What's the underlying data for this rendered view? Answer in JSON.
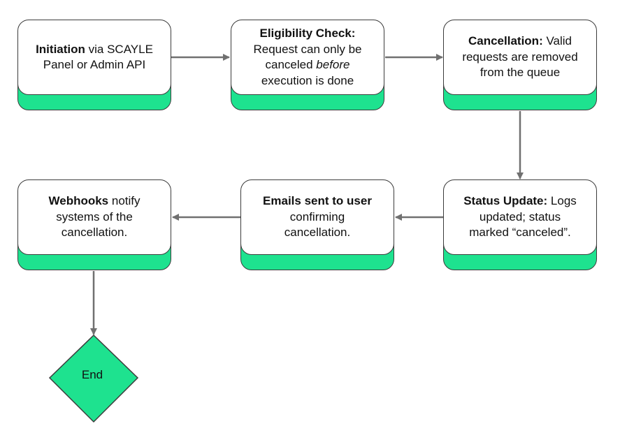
{
  "colors": {
    "accent": "#1ee28f",
    "border": "#3c3c3c",
    "arrow": "#707070",
    "card": "#ffffff"
  },
  "nodes": {
    "initiation": {
      "bold": "Initiation",
      "text_1": " via SCAYLE",
      "text_2": "Panel or Admin API"
    },
    "eligibility": {
      "bold": "Eligibility Check:",
      "text_1": "Request can only be",
      "text_2a": "canceled ",
      "italic": "before",
      "text_3": "execution is done"
    },
    "cancellation": {
      "bold": "Cancellation:",
      "text_1": " Valid",
      "text_2": "requests are removed",
      "text_3": "from the queue"
    },
    "status_update": {
      "bold": "Status Update:",
      "text_1": " Logs",
      "text_2": "updated; status",
      "text_3": "marked “canceled”."
    },
    "emails": {
      "bold": "Emails sent to user",
      "text_1": "confirming",
      "text_2": "cancellation."
    },
    "webhooks": {
      "bold": "Webhooks",
      "text_1": " notify",
      "text_2": "systems of the",
      "text_3": "cancellation."
    },
    "end": {
      "label": "End"
    }
  }
}
